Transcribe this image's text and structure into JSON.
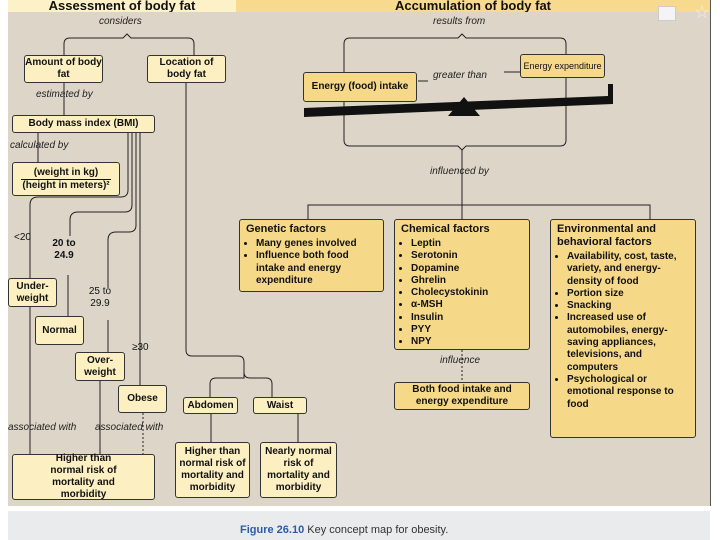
{
  "headers": {
    "left": "Assessment of body fat",
    "right": "Accumulation of body fat"
  },
  "labels": {
    "considers": "considers",
    "estimated_by": "estimated by",
    "calculated_by": "calculated by",
    "results_from": "results from",
    "greater_than": "greater than",
    "influenced_by": "influenced by",
    "influence": "influence",
    "associated_with_1": "associated with",
    "associated_with_2": "associated with"
  },
  "boxes": {
    "amount": "Amount of body fat",
    "location": "Location of body fat",
    "bmi": "Body mass index (BMI)",
    "formula_num": "(weight in kg)",
    "formula_den": "(height in meters)²",
    "underweight": "Under-weight",
    "normal": "Normal",
    "overweight": "Over-weight",
    "obese": "Obese",
    "abdomen": "Abdomen",
    "waist": "Waist",
    "risk_high_left": "Higher than normal risk of mortality and morbidity",
    "risk_high_mid": "Higher than normal risk of mortality and morbidity",
    "risk_nearly_normal": "Nearly normal risk of mortality and morbidity",
    "energy_intake": "Energy (food) intake",
    "energy_expenditure": "Energy expenditure",
    "both": "Both food intake and energy expenditure"
  },
  "ranges": {
    "under": "<20",
    "normal": "20 to 24.9",
    "over": "25 to 29.9",
    "obese": "≥30"
  },
  "genetic": {
    "title": "Genetic factors",
    "items": [
      "Many genes involved",
      "Influence both food intake and energy expenditure"
    ]
  },
  "chemical": {
    "title": "Chemical factors",
    "items": [
      "Leptin",
      "Serotonin",
      "Dopamine",
      "Ghrelin",
      "Cholecystokinin",
      "α-MSH",
      "Insulin",
      "PYY",
      "NPY"
    ]
  },
  "environmental": {
    "title": "Environmental and behavioral factors",
    "items": [
      "Availability, cost, taste, variety, and energy-density of food",
      "Portion size",
      "Snacking",
      "Increased use of automobiles, energy-saving appliances, televisions, and computers",
      "Psychological or emotional response to food"
    ]
  },
  "caption": {
    "figure": "Figure 26.10",
    "text": "Key concept map for obesity."
  },
  "colors": {
    "background": "#ddd6c8",
    "box_light": "#fcefc2",
    "box_dark": "#f6d889",
    "caption_blue": "#2a5caa"
  },
  "icons": [
    "comment-icon",
    "star-icon"
  ]
}
